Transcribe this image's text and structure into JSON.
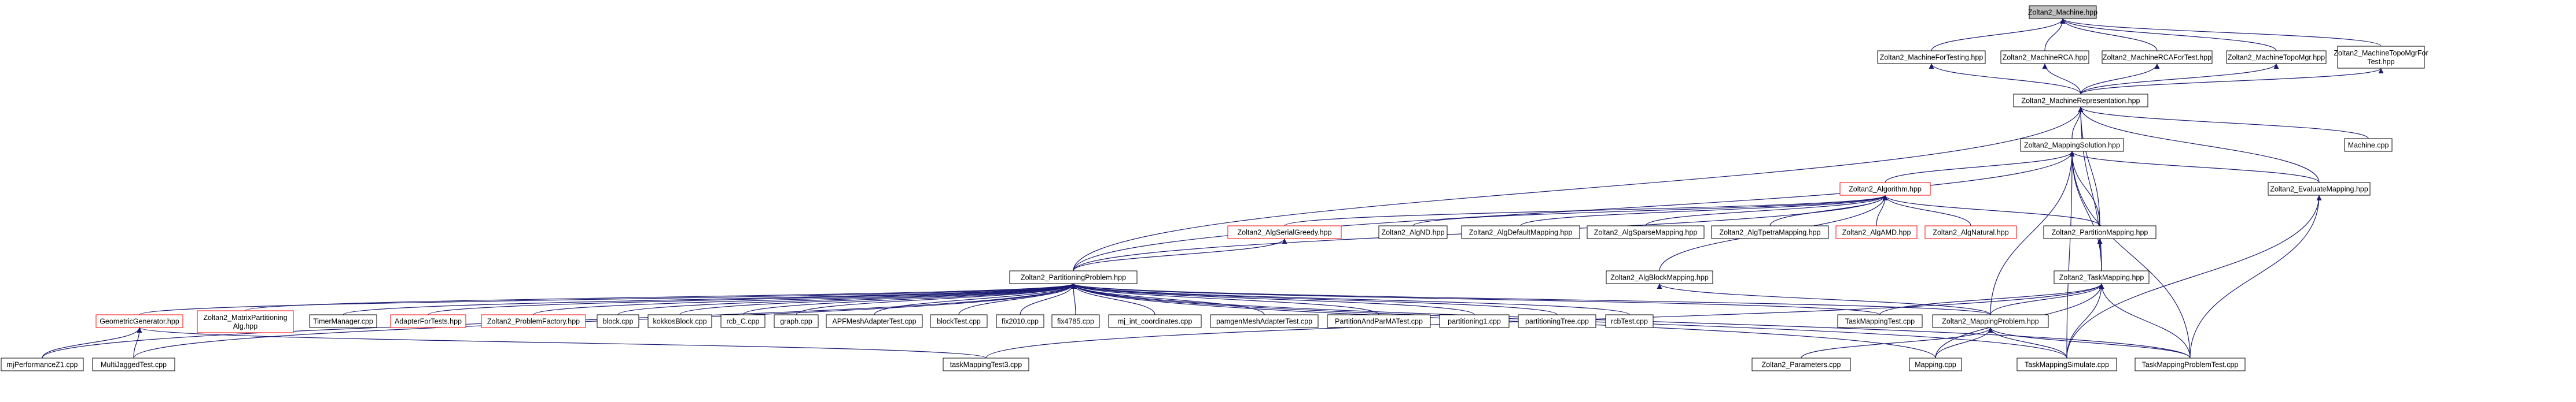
{
  "colors": {
    "background": "#ffffff",
    "edge": "#191970",
    "node_border_default": "#000000",
    "node_border_link": "#ff0000",
    "node_fill_focus": "#bfbfbf",
    "node_fill": "#ffffff",
    "text": "#000000"
  },
  "nodes": [
    {
      "id": "machine",
      "lines": [
        "Zoltan2_Machine.hpp"
      ],
      "style": "focus",
      "interactable": false
    },
    {
      "id": "machine-for-testing",
      "lines": [
        "Zoltan2_MachineForTesting.hpp"
      ],
      "style": "default",
      "interactable": true
    },
    {
      "id": "machine-rca",
      "lines": [
        "Zoltan2_MachineRCA.hpp"
      ],
      "style": "default",
      "interactable": true
    },
    {
      "id": "machine-rca-fortest",
      "lines": [
        "Zoltan2_MachineRCAForTest.hpp"
      ],
      "style": "default",
      "interactable": true
    },
    {
      "id": "machine-topomgr",
      "lines": [
        "Zoltan2_MachineTopoMgr.hpp"
      ],
      "style": "default",
      "interactable": true
    },
    {
      "id": "machine-topomgr-fortest",
      "lines": [
        "Zoltan2_MachineTopoMgrFor",
        "Test.hpp"
      ],
      "style": "default",
      "interactable": true
    },
    {
      "id": "machine-representation",
      "lines": [
        "Zoltan2_MachineRepresentation.hpp"
      ],
      "style": "default",
      "interactable": true
    },
    {
      "id": "machine-cpp",
      "lines": [
        "Machine.cpp"
      ],
      "style": "default",
      "interactable": true
    },
    {
      "id": "mapping-solution",
      "lines": [
        "Zoltan2_MappingSolution.hpp"
      ],
      "style": "default",
      "interactable": true
    },
    {
      "id": "algorithm",
      "lines": [
        "Zoltan2_Algorithm.hpp"
      ],
      "style": "link",
      "interactable": true
    },
    {
      "id": "evaluate-mapping",
      "lines": [
        "Zoltan2_EvaluateMapping.hpp"
      ],
      "style": "default",
      "interactable": true
    },
    {
      "id": "alg-serial-greedy",
      "lines": [
        "Zoltan2_AlgSerialGreedy.hpp"
      ],
      "style": "link",
      "interactable": true
    },
    {
      "id": "alg-nd",
      "lines": [
        "Zoltan2_AlgND.hpp"
      ],
      "style": "default",
      "interactable": true
    },
    {
      "id": "alg-default-mapping",
      "lines": [
        "Zoltan2_AlgDefaultMapping.hpp"
      ],
      "style": "default",
      "interactable": true
    },
    {
      "id": "alg-sparse-mapping",
      "lines": [
        "Zoltan2_AlgSparseMapping.hpp"
      ],
      "style": "default",
      "interactable": true
    },
    {
      "id": "alg-tpetra-mapping",
      "lines": [
        "Zoltan2_AlgTpetraMapping.hpp"
      ],
      "style": "default",
      "interactable": true
    },
    {
      "id": "alg-amd",
      "lines": [
        "Zoltan2_AlgAMD.hpp"
      ],
      "style": "link",
      "interactable": true
    },
    {
      "id": "alg-natural",
      "lines": [
        "Zoltan2_AlgNatural.hpp"
      ],
      "style": "link",
      "interactable": true
    },
    {
      "id": "partition-mapping",
      "lines": [
        "Zoltan2_PartitionMapping.hpp"
      ],
      "style": "default",
      "interactable": true
    },
    {
      "id": "partitioning-problem",
      "lines": [
        "Zoltan2_PartitioningProblem.hpp"
      ],
      "style": "default",
      "interactable": true
    },
    {
      "id": "alg-block-mapping",
      "lines": [
        "Zoltan2_AlgBlockMapping.hpp"
      ],
      "style": "default",
      "interactable": true
    },
    {
      "id": "task-mapping",
      "lines": [
        "Zoltan2_TaskMapping.hpp"
      ],
      "style": "default",
      "interactable": true
    },
    {
      "id": "geometric-generator",
      "lines": [
        "GeometricGenerator.hpp"
      ],
      "style": "link",
      "interactable": true
    },
    {
      "id": "matrix-partitioning-alg",
      "lines": [
        "Zoltan2_MatrixPartitioning",
        "Alg.hpp"
      ],
      "style": "link",
      "interactable": true
    },
    {
      "id": "timer-manager",
      "lines": [
        "TimerManager.cpp"
      ],
      "style": "default",
      "interactable": true
    },
    {
      "id": "adapter-for-tests",
      "lines": [
        "AdapterForTests.hpp"
      ],
      "style": "link",
      "interactable": true
    },
    {
      "id": "problem-factory",
      "lines": [
        "Zoltan2_ProblemFactory.hpp"
      ],
      "style": "link",
      "interactable": true
    },
    {
      "id": "block-cpp",
      "lines": [
        "block.cpp"
      ],
      "style": "default",
      "interactable": true
    },
    {
      "id": "kokkos-block",
      "lines": [
        "kokkosBlock.cpp"
      ],
      "style": "default",
      "interactable": true
    },
    {
      "id": "rcb-c",
      "lines": [
        "rcb_C.cpp"
      ],
      "style": "default",
      "interactable": true
    },
    {
      "id": "graph-cpp",
      "lines": [
        "graph.cpp"
      ],
      "style": "default",
      "interactable": true
    },
    {
      "id": "apf-mesh-adapter-test",
      "lines": [
        "APFMeshAdapterTest.cpp"
      ],
      "style": "default",
      "interactable": true
    },
    {
      "id": "block-test",
      "lines": [
        "blockTest.cpp"
      ],
      "style": "default",
      "interactable": true
    },
    {
      "id": "fix2010",
      "lines": [
        "fix2010.cpp"
      ],
      "style": "default",
      "interactable": true
    },
    {
      "id": "fix4785",
      "lines": [
        "fix4785.cpp"
      ],
      "style": "default",
      "interactable": true
    },
    {
      "id": "mj-int-coordinates",
      "lines": [
        "mj_int_coordinates.cpp"
      ],
      "style": "default",
      "interactable": true
    },
    {
      "id": "pamgen-mesh-adapter-test",
      "lines": [
        "pamgenMeshAdapterTest.cpp"
      ],
      "style": "default",
      "interactable": true
    },
    {
      "id": "partition-and-parma-test",
      "lines": [
        "PartitionAndParMATest.cpp"
      ],
      "style": "default",
      "interactable": true
    },
    {
      "id": "partitioning1",
      "lines": [
        "partitioning1.cpp"
      ],
      "style": "default",
      "interactable": true
    },
    {
      "id": "partitioning-tree",
      "lines": [
        "partitioningTree.cpp"
      ],
      "style": "default",
      "interactable": true
    },
    {
      "id": "rcb-test",
      "lines": [
        "rcbTest.cpp"
      ],
      "style": "default",
      "interactable": true
    },
    {
      "id": "task-mapping-test",
      "lines": [
        "TaskMappingTest.cpp"
      ],
      "style": "default",
      "interactable": true
    },
    {
      "id": "mapping-problem",
      "lines": [
        "Zoltan2_MappingProblem.hpp"
      ],
      "style": "default",
      "interactable": true
    },
    {
      "id": "mj-performance-z1",
      "lines": [
        "mjPerformanceZ1.cpp"
      ],
      "style": "default",
      "interactable": true
    },
    {
      "id": "multi-jagged-test",
      "lines": [
        "MultiJaggedTest.cpp"
      ],
      "style": "default",
      "interactable": true
    },
    {
      "id": "task-mapping-test3",
      "lines": [
        "taskMappingTest3.cpp"
      ],
      "style": "default",
      "interactable": true
    },
    {
      "id": "parameters",
      "lines": [
        "Zoltan2_Parameters.cpp"
      ],
      "style": "default",
      "interactable": true
    },
    {
      "id": "mapping-cpp",
      "lines": [
        "Mapping.cpp"
      ],
      "style": "default",
      "interactable": true
    },
    {
      "id": "task-mapping-simulate",
      "lines": [
        "TaskMappingSimulate.cpp"
      ],
      "style": "default",
      "interactable": true
    },
    {
      "id": "task-mapping-problem-test",
      "lines": [
        "TaskMappingProblemTest.cpp"
      ],
      "style": "default",
      "interactable": true
    }
  ],
  "edges": [
    [
      "machine-for-testing",
      "machine"
    ],
    [
      "machine-rca",
      "machine"
    ],
    [
      "machine-rca-fortest",
      "machine"
    ],
    [
      "machine-topomgr",
      "machine"
    ],
    [
      "machine-topomgr-fortest",
      "machine"
    ],
    [
      "machine-representation",
      "machine-for-testing"
    ],
    [
      "machine-representation",
      "machine-rca"
    ],
    [
      "machine-representation",
      "machine-rca-fortest"
    ],
    [
      "machine-representation",
      "machine-topomgr"
    ],
    [
      "machine-representation",
      "machine-topomgr-fortest"
    ],
    [
      "machine-cpp",
      "machine-representation"
    ],
    [
      "mapping-solution",
      "machine-representation"
    ],
    [
      "evaluate-mapping",
      "machine-representation"
    ],
    [
      "partitioning-problem",
      "machine-representation"
    ],
    [
      "task-mapping",
      "machine-representation"
    ],
    [
      "partition-mapping",
      "machine-representation"
    ],
    [
      "algorithm",
      "mapping-solution"
    ],
    [
      "evaluate-mapping",
      "mapping-solution"
    ],
    [
      "partition-mapping",
      "mapping-solution"
    ],
    [
      "task-mapping",
      "mapping-solution"
    ],
    [
      "partitioning-problem",
      "mapping-solution"
    ],
    [
      "mapping-problem",
      "mapping-solution"
    ],
    [
      "task-mapping-simulate",
      "mapping-solution"
    ],
    [
      "task-mapping-problem-test",
      "mapping-solution"
    ],
    [
      "alg-serial-greedy",
      "algorithm"
    ],
    [
      "alg-nd",
      "algorithm"
    ],
    [
      "alg-default-mapping",
      "algorithm"
    ],
    [
      "alg-sparse-mapping",
      "algorithm"
    ],
    [
      "alg-tpetra-mapping",
      "algorithm"
    ],
    [
      "alg-amd",
      "algorithm"
    ],
    [
      "alg-natural",
      "algorithm"
    ],
    [
      "partition-mapping",
      "algorithm"
    ],
    [
      "alg-block-mapping",
      "algorithm"
    ],
    [
      "partitioning-problem",
      "algorithm"
    ],
    [
      "partitioning-problem",
      "alg-serial-greedy"
    ],
    [
      "task-mapping",
      "partition-mapping"
    ],
    [
      "mapping-problem",
      "alg-block-mapping"
    ],
    [
      "mapping-problem",
      "task-mapping"
    ],
    [
      "task-mapping-test",
      "task-mapping"
    ],
    [
      "mapping-cpp",
      "task-mapping"
    ],
    [
      "task-mapping-simulate",
      "task-mapping"
    ],
    [
      "task-mapping-problem-test",
      "task-mapping"
    ],
    [
      "task-mapping-test3",
      "task-mapping"
    ],
    [
      "task-mapping-simulate",
      "evaluate-mapping"
    ],
    [
      "task-mapping-problem-test",
      "evaluate-mapping"
    ],
    [
      "geometric-generator",
      "partitioning-problem"
    ],
    [
      "matrix-partitioning-alg",
      "partitioning-problem"
    ],
    [
      "timer-manager",
      "partitioning-problem"
    ],
    [
      "adapter-for-tests",
      "partitioning-problem"
    ],
    [
      "problem-factory",
      "partitioning-problem"
    ],
    [
      "block-cpp",
      "partitioning-problem"
    ],
    [
      "kokkos-block",
      "partitioning-problem"
    ],
    [
      "rcb-c",
      "partitioning-problem"
    ],
    [
      "graph-cpp",
      "partitioning-problem"
    ],
    [
      "apf-mesh-adapter-test",
      "partitioning-problem"
    ],
    [
      "block-test",
      "partitioning-problem"
    ],
    [
      "fix2010",
      "partitioning-problem"
    ],
    [
      "fix4785",
      "partitioning-problem"
    ],
    [
      "mj-int-coordinates",
      "partitioning-problem"
    ],
    [
      "pamgen-mesh-adapter-test",
      "partitioning-problem"
    ],
    [
      "partition-and-parma-test",
      "partitioning-problem"
    ],
    [
      "partitioning1",
      "partitioning-problem"
    ],
    [
      "partitioning-tree",
      "partitioning-problem"
    ],
    [
      "rcb-test",
      "partitioning-problem"
    ],
    [
      "task-mapping-test",
      "partitioning-problem"
    ],
    [
      "mapping-problem",
      "partitioning-problem"
    ],
    [
      "mj-performance-z1",
      "partitioning-problem"
    ],
    [
      "multi-jagged-test",
      "partitioning-problem"
    ],
    [
      "mapping-cpp",
      "partitioning-problem"
    ],
    [
      "task-mapping-simulate",
      "partitioning-problem"
    ],
    [
      "task-mapping-problem-test",
      "partitioning-problem"
    ],
    [
      "mj-performance-z1",
      "geometric-generator"
    ],
    [
      "multi-jagged-test",
      "geometric-generator"
    ],
    [
      "task-mapping-test3",
      "geometric-generator"
    ],
    [
      "parameters",
      "mapping-problem"
    ],
    [
      "mapping-cpp",
      "mapping-problem"
    ],
    [
      "task-mapping-simulate",
      "mapping-problem"
    ],
    [
      "task-mapping-problem-test",
      "mapping-problem"
    ]
  ]
}
